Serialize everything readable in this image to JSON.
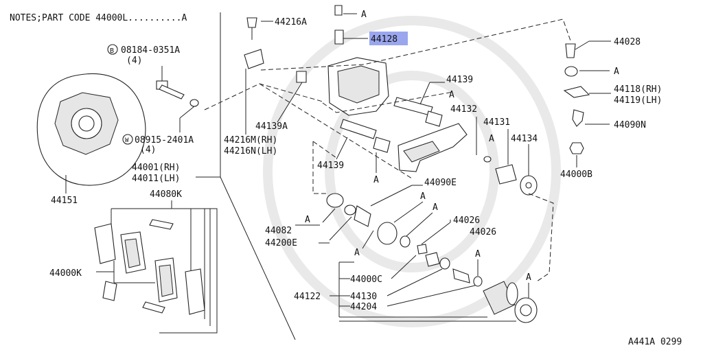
{
  "notes": "NOTES;PART CODE 44000L..........A",
  "figure_code": "A441A 0299",
  "labels": {
    "p44216A": "44216A",
    "p44128": "44128",
    "p44028": "44028",
    "bolt_b": "08184-0351A",
    "bolt_b_qty": "(4)",
    "washer_w": "08915-2401A",
    "washer_w_qty": "(4)",
    "p44139A": "44139A",
    "p44216M": "44216M(RH)",
    "p44216N": "44216N(LH)",
    "p44139_top": "44139",
    "p44139_bottom": "44139",
    "p44132": "44132",
    "p44131": "44131",
    "p44134": "44134",
    "p44118": "44118(RH)",
    "p44119": "44119(LH)",
    "p44090N": "44090N",
    "p44000B": "44000B",
    "p44001": "44001(RH)",
    "p44011": "44011(LH)",
    "p44151": "44151",
    "p44080K": "44080K",
    "p44000K": "44000K",
    "p44090E": "44090E",
    "p44082": "44082",
    "p44200E": "44200E",
    "p44026a": "44026",
    "p44026b": "44026",
    "p44000C": "44000C",
    "p44122": "44122",
    "p44130": "44130",
    "p44204": "44204"
  },
  "ref_marker": "A",
  "circle_b": "B",
  "circle_w": "W"
}
